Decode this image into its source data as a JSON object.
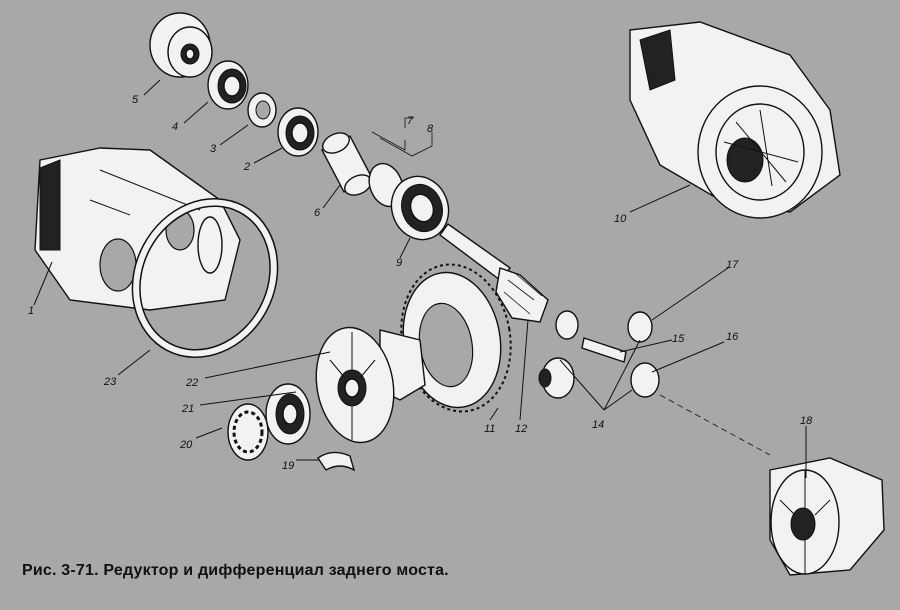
{
  "caption": "Рис. 3-71. Редуктор и дифференциал заднего моста.",
  "labels": {
    "l1": "1",
    "l2": "2",
    "l3": "3",
    "l4": "4",
    "l5": "5",
    "l6": "6",
    "l7": "7",
    "l8": "8",
    "l9": "9",
    "l10": "10",
    "l11": "11",
    "l12": "12",
    "l14": "14",
    "l15": "15",
    "l16": "16",
    "l17": "17",
    "l18": "18",
    "l19": "19",
    "l20": "20",
    "l21": "21",
    "l22": "22",
    "l23": "23"
  }
}
